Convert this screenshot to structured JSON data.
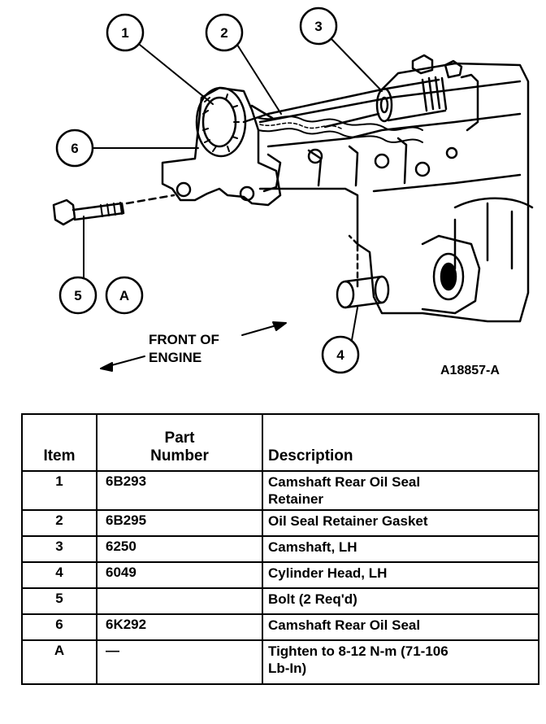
{
  "diagram": {
    "callouts": [
      {
        "id": "1",
        "label": "1"
      },
      {
        "id": "2",
        "label": "2"
      },
      {
        "id": "3",
        "label": "3"
      },
      {
        "id": "4",
        "label": "4"
      },
      {
        "id": "5",
        "label": "5"
      },
      {
        "id": "6",
        "label": "6"
      },
      {
        "id": "A",
        "label": "A"
      }
    ],
    "front_label_line1": "FRONT OF",
    "front_label_line2": "ENGINE",
    "figure_id": "A18857-A"
  },
  "table": {
    "headers": {
      "item": "Item",
      "part_line1": "Part",
      "part_line2": "Number",
      "description": "Description"
    },
    "rows": [
      {
        "item": "1",
        "part": "6B293",
        "desc_line1": "Camshaft Rear Oil Seal",
        "desc_line2": "Retainer"
      },
      {
        "item": "2",
        "part": "6B295",
        "desc_line1": "Oil Seal Retainer Gasket",
        "desc_line2": ""
      },
      {
        "item": "3",
        "part": "6250",
        "desc_line1": "Camshaft, LH",
        "desc_line2": ""
      },
      {
        "item": "4",
        "part": "6049",
        "desc_line1": "Cylinder Head, LH",
        "desc_line2": ""
      },
      {
        "item": "5",
        "part": "",
        "desc_line1": "Bolt (2 Req'd)",
        "desc_line2": ""
      },
      {
        "item": "6",
        "part": "6K292",
        "desc_line1": "Camshaft Rear Oil Seal",
        "desc_line2": ""
      },
      {
        "item": "A",
        "part": "—",
        "desc_line1": "Tighten to 8-12 N-m (71-106",
        "desc_line2": "Lb-In)"
      }
    ]
  }
}
